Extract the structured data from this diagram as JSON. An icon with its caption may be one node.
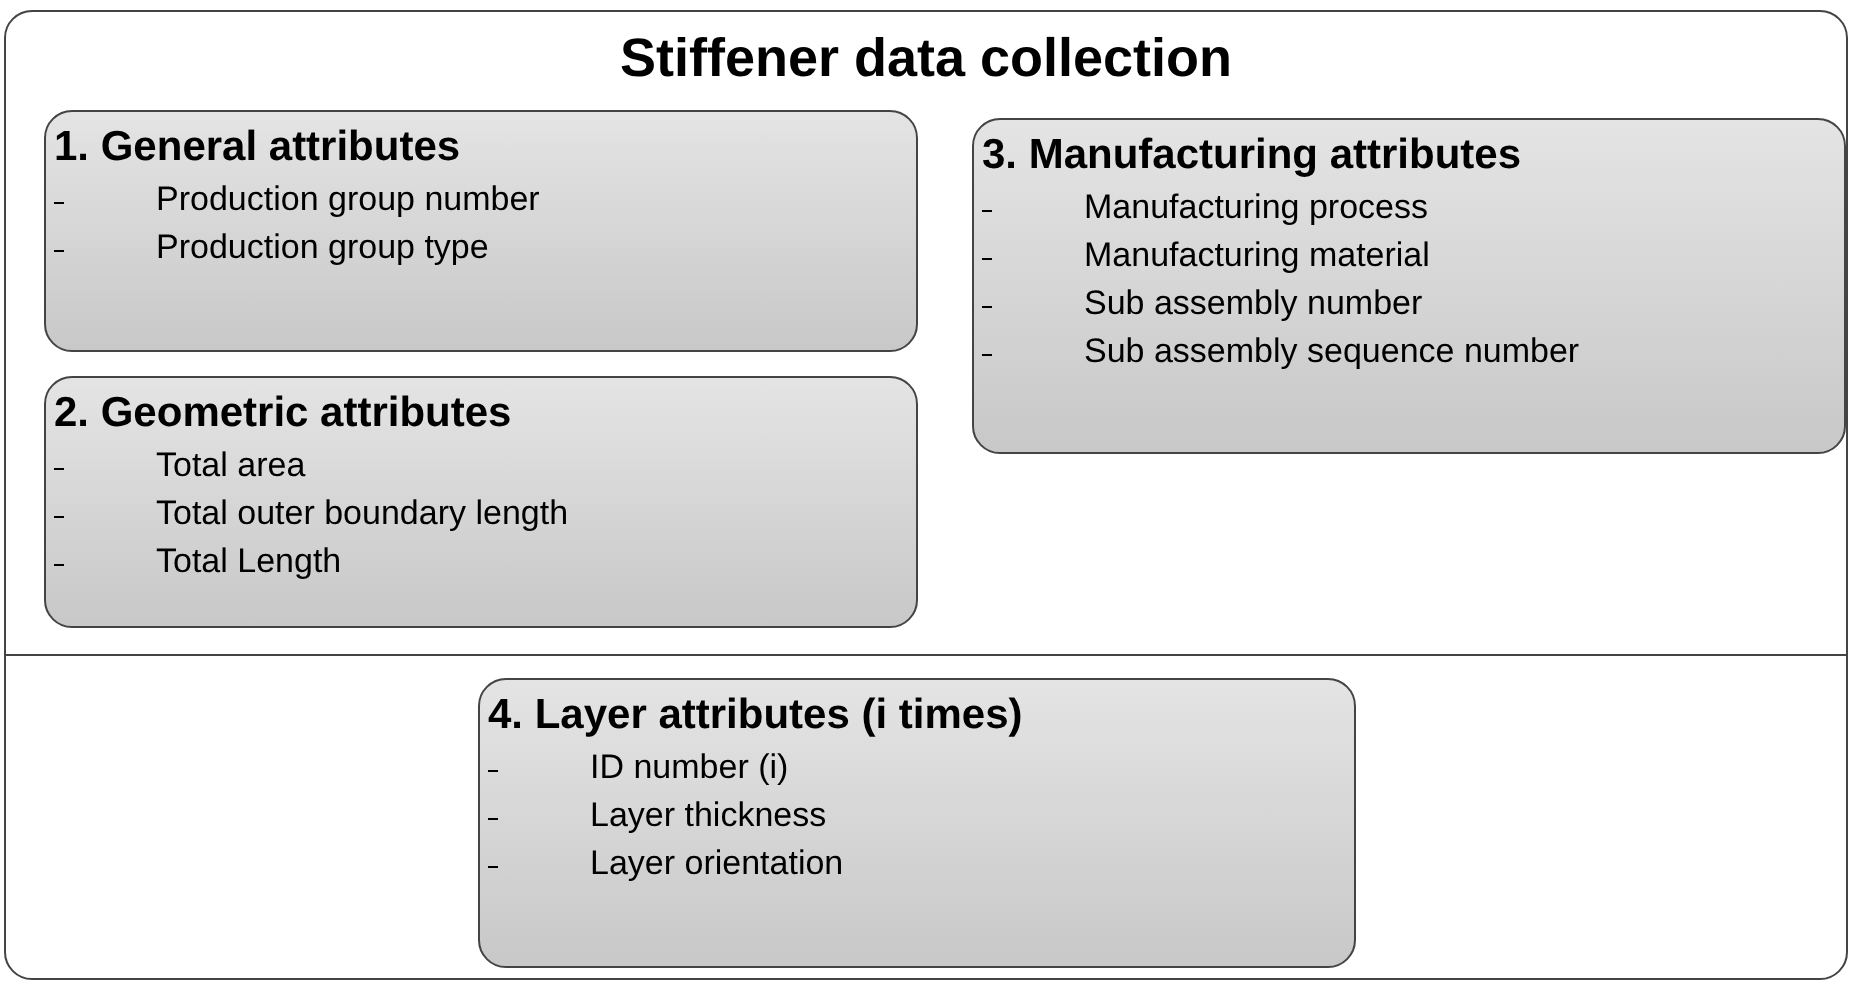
{
  "diagram": {
    "nodes": [
      {
        "text": [
          "Stiffener data collection"
        ]
      },
      {
        "text": [
          "1. General attributes",
          "Production group number",
          "Production group type"
        ],
        "in": 0
      },
      {
        "text": [
          "2. Geometric attributes",
          "Total area",
          "Total outer boundary length",
          "Total Length"
        ],
        "in": 0
      },
      {
        "text": [
          "3. Manufacturing attributes",
          "Manufacturing process",
          "Manufacturing material",
          "Sub assembly number",
          "Sub assembly sequence number"
        ],
        "in": 0
      },
      {
        "text": [
          "4. Layer attributes (i times)",
          "ID number (i)",
          "Layer thickness",
          "Layer orientation"
        ],
        "in": 0
      }
    ]
  }
}
